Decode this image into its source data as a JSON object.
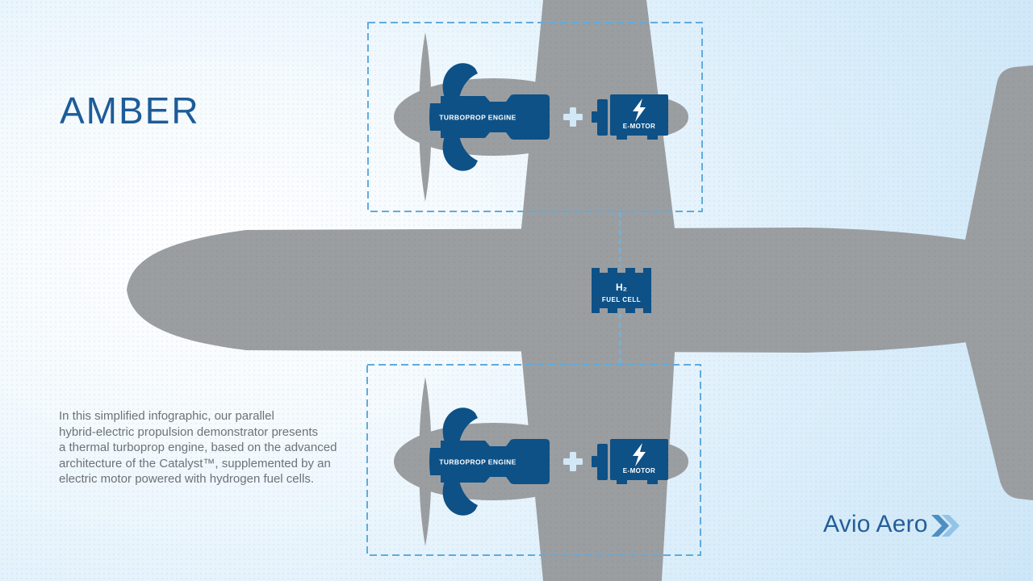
{
  "title": "AMBER",
  "description": "In this simplified infographic, our parallel\nhybrid-electric propulsion demonstrator presents\na thermal turboprop engine, based on the advanced\narchitecture of the Catalyst™, supplemented by an\nelectric motor powered with hydrogen fuel cells.",
  "diagram": {
    "turboprop_label": "TURBOPROP ENGINE",
    "emotor_label": "E-MOTOR",
    "plus_sign": "+",
    "fuel_cell": {
      "line1": "H₂",
      "line2": "FUEL CELL"
    }
  },
  "logo": {
    "text": "Avio Aero",
    "chevrons_icon": "double-chevron-right"
  },
  "colors": {
    "engine_blue": "#0d5187",
    "aircraft_gray": "#9b9ea1",
    "aircraft_dot_gray": "#8f9295",
    "dashed_accent_blue": "#61abdc",
    "plus_light_blue": "#d2e8f6",
    "title_blue": "#1d5c98",
    "body_text_gray": "#6e7276",
    "logo_blue": "#255e97",
    "chevron_dark": "#4e8fc2",
    "chevron_light": "#93c3e6",
    "label_white": "#ffffff"
  }
}
